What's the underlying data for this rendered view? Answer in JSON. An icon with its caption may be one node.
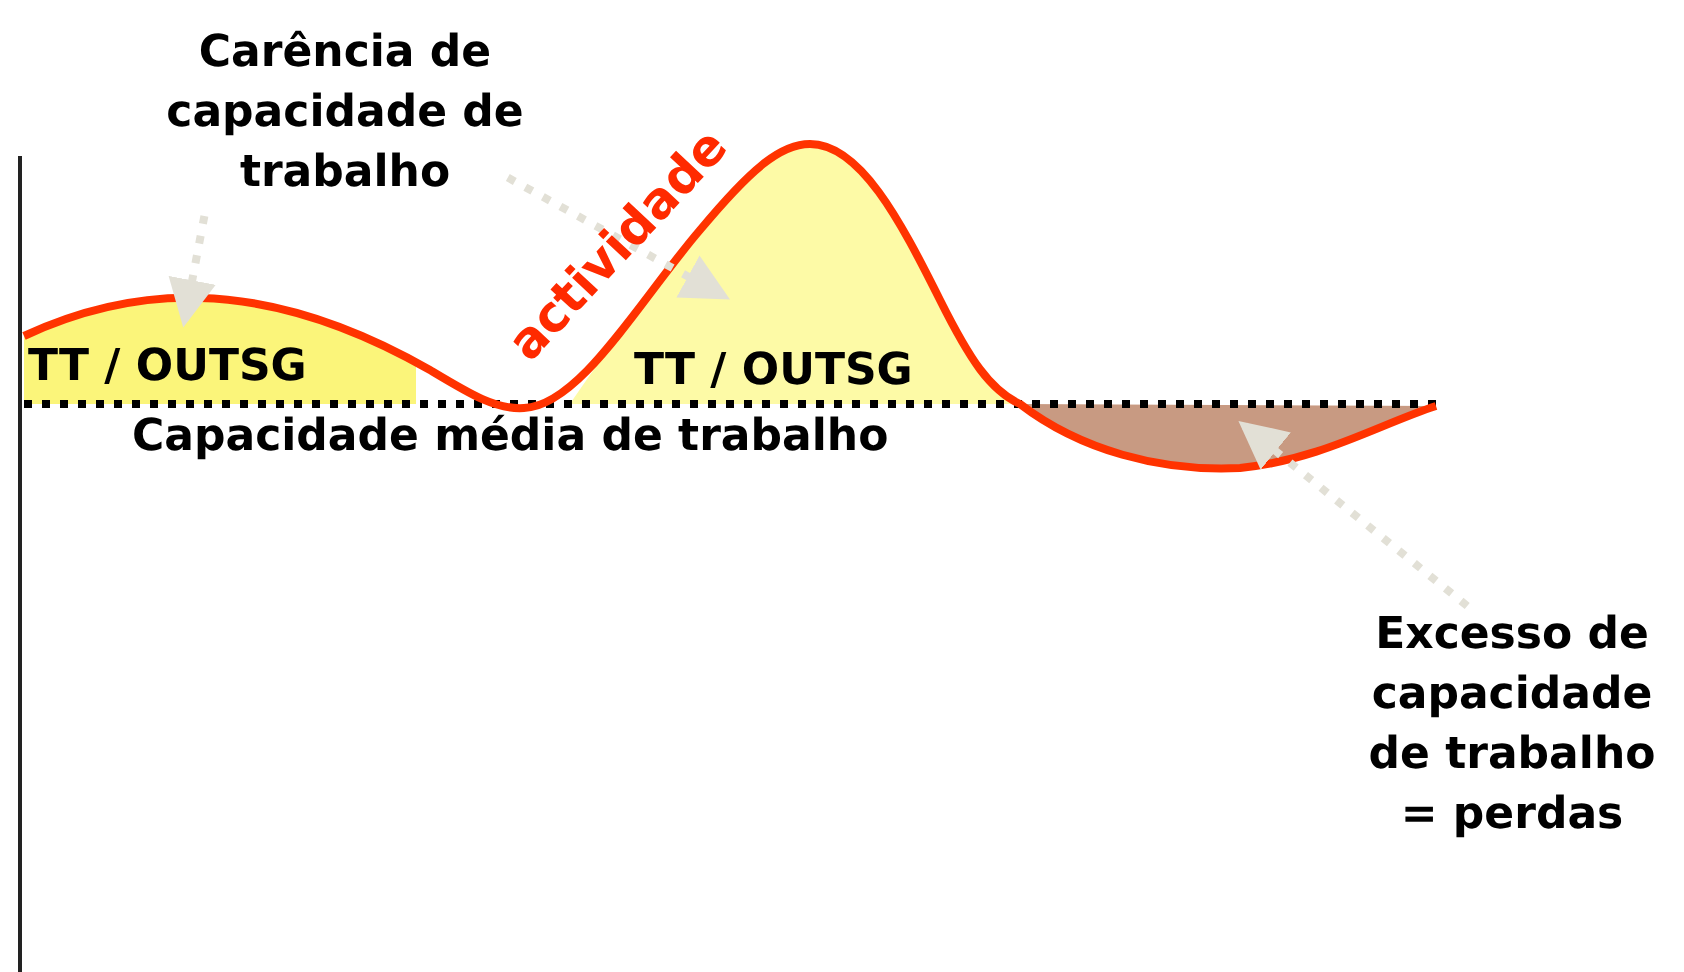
{
  "diagram": {
    "nodes": [
      {
        "text": [
          "Carência de capacidade de trabalho"
        ]
      },
      {
        "text": [
          "TT / OUTSG"
        ]
      },
      {
        "text": [
          "TT / OUTSG"
        ]
      },
      {
        "text": [],
        "shape": "area"
      },
      {
        "text": [
          "Excesso de capacidade de trabalho = perdas"
        ]
      }
    ],
    "edges": [
      {
        "from": 0,
        "to": 1,
        "arrow": "to",
        "style": "dashed"
      },
      {
        "from": 0,
        "to": 2,
        "arrow": "to",
        "style": "dashed"
      },
      {
        "from": 4,
        "to": 3,
        "arrow": "to",
        "style": "dashed"
      }
    ],
    "labels": [
      "actividade",
      "Capacidade média de trabalho"
    ]
  }
}
